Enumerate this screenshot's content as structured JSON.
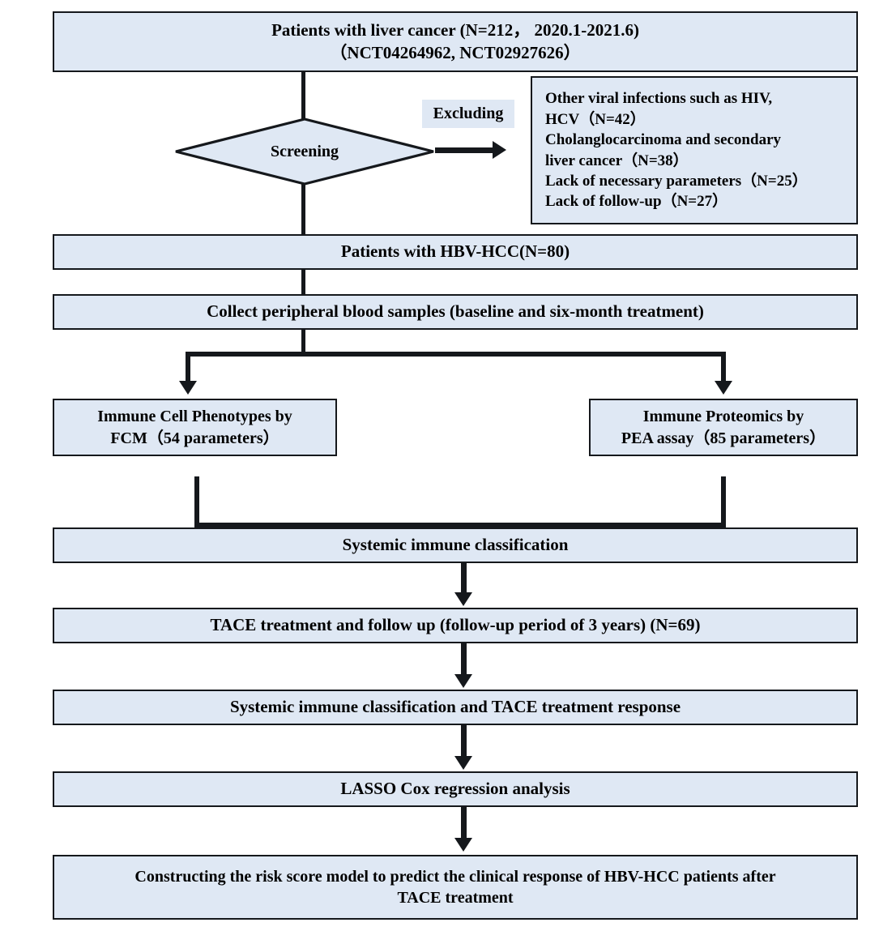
{
  "diagram": {
    "title": "HBV-HCC TACE study flowchart",
    "colors": {
      "box_fill": "#dfe8f4",
      "box_border": "#15181c",
      "connector": "#15181c",
      "text": "#000000"
    },
    "nodes": {
      "enrollment": {
        "line1": "Patients with liver cancer (N=212， 2020.1-2021.6)",
        "line2": "（NCT04264962, NCT02927626）"
      },
      "screening": {
        "label": "Screening"
      },
      "excluding": {
        "label": "Excluding"
      },
      "exclusion_reasons": [
        "Other viral infections such as HIV,",
        "HCV（N=42）",
        "Cholanglocarcinoma and secondary",
        "liver cancer（N=38）",
        "Lack of necessary parameters（N=25）",
        "Lack of follow-up（N=27）"
      ],
      "cohort": {
        "label": "Patients with HBV-HCC(N=80)"
      },
      "collect": {
        "label": "Collect peripheral blood samples (baseline and six-month treatment)"
      },
      "branch_left": {
        "line1": "Immune Cell Phenotypes by",
        "line2": "FCM（54 parameters）"
      },
      "branch_right": {
        "line1": "Immune Proteomics by",
        "line2": "PEA assay（85 parameters）"
      },
      "classification": {
        "label": "Systemic immune classification"
      },
      "tace": {
        "label": "TACE treatment and follow up (follow-up period of 3 years) (N=69)"
      },
      "classification_response": {
        "label": "Systemic immune classification and TACE treatment response"
      },
      "lasso": {
        "label": "LASSO Cox regression analysis"
      },
      "risk_model": {
        "line1": "Constructing the risk score model to predict the clinical response  of  HBV-HCC patients after",
        "line2": "TACE treatment"
      }
    }
  }
}
